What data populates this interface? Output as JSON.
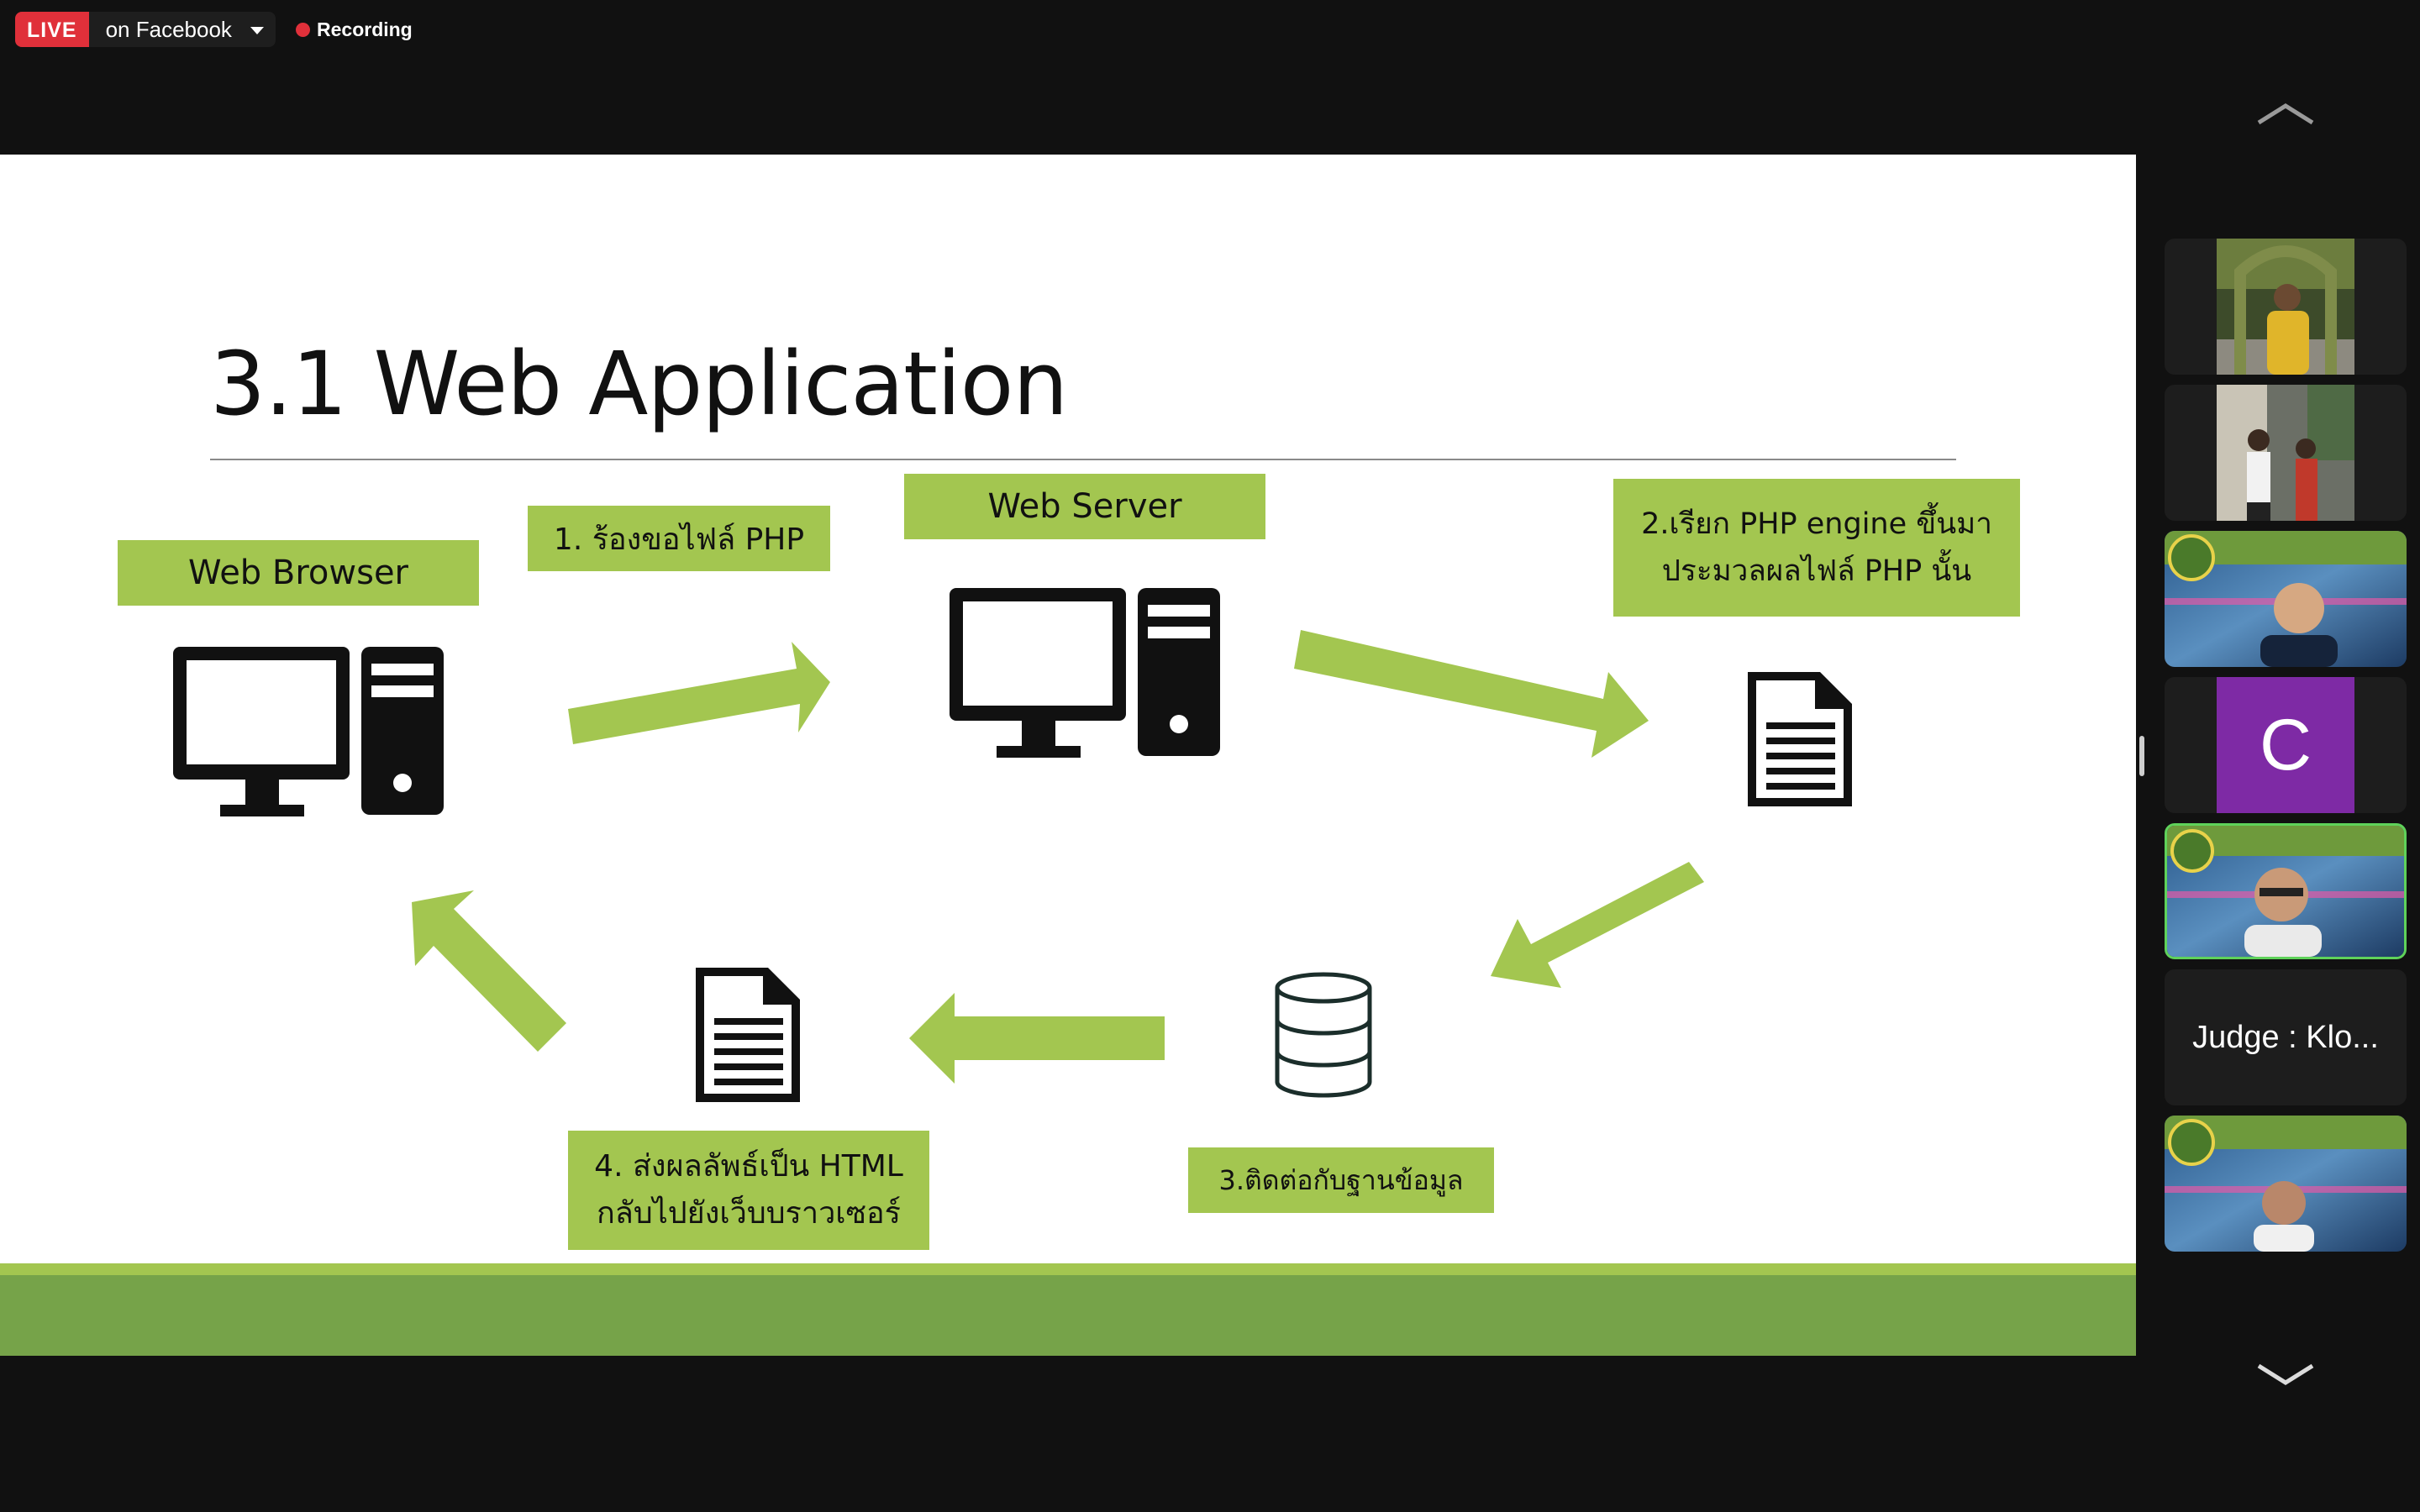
{
  "meeting_bar": {
    "live_label": "LIVE",
    "live_target": "on Facebook",
    "recording_label": "Recording",
    "colors": {
      "live": "#e0303a",
      "recording_dot": "#e0303a"
    }
  },
  "slide": {
    "title": "3.1 Web Application",
    "labels": {
      "web_browser": "Web Browser",
      "web_server": "Web Server",
      "step1": "1. ร้องขอไฟล์ PHP",
      "step2_line1": "2.เรียก PHP engine ขึ้นมา",
      "step2_line2": "ประมวลผลไฟล์ PHP นั้น",
      "step3": "3.ติดต่อกับฐานข้อมูล",
      "step4_line1": "4. ส่งผลลัพธ์เป็น HTML",
      "step4_line2": "กลับไปยังเว็บบราวเซอร์"
    },
    "icons": [
      "desktop-computer-icon",
      "desktop-computer-icon",
      "document-icon",
      "database-icon",
      "document-icon"
    ],
    "colors": {
      "accent_green": "#a3c650",
      "footer_green": "#76a349"
    }
  },
  "participants": [
    {
      "type": "video",
      "description_icon": "participant-video"
    },
    {
      "type": "video",
      "description_icon": "participant-video"
    },
    {
      "type": "video",
      "description_icon": "participant-video"
    },
    {
      "type": "avatar",
      "initial": "C",
      "color": "#7e2aa5"
    },
    {
      "type": "video",
      "active_speaker": true,
      "highlight_color": "#5fd25a"
    },
    {
      "type": "name",
      "name": "Judge : Klo..."
    },
    {
      "type": "video",
      "description_icon": "participant-video"
    }
  ]
}
